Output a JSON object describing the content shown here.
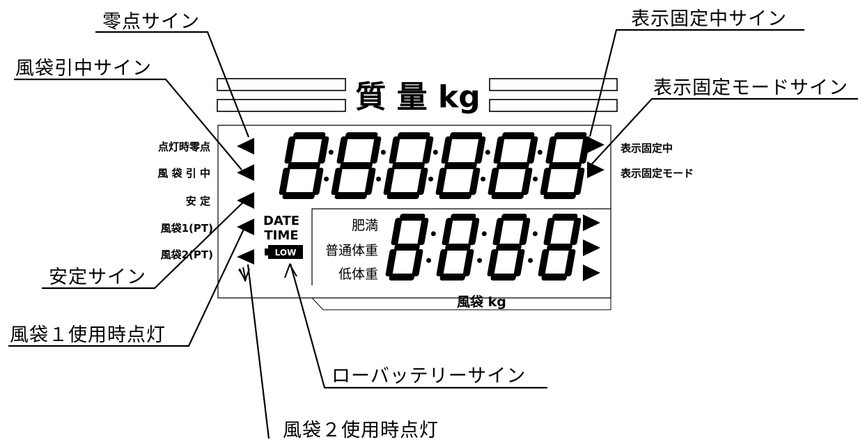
{
  "header": {
    "title": "質 量 kg"
  },
  "panel": {
    "left_labels": [
      "点灯時零点",
      "風 袋 引 中",
      "安 定",
      "風袋1(PT)",
      "風袋2(PT)"
    ],
    "right_labels": [
      "表示固定中",
      "表示固定モード"
    ],
    "date_label": "DATE",
    "time_label": "TIME",
    "low_label": "LOW",
    "sub_labels": [
      "肥満",
      "普通体重",
      "低体重"
    ],
    "under_label": "風袋 kg",
    "main_digits": "888888",
    "sub_digits": "8888"
  },
  "callouts": {
    "zero_sign": "零点サイン",
    "tare_sign": "風袋引中サイン",
    "stable_sign": "安定サイン",
    "tare1": "風袋１使用時点灯",
    "tare2": "風袋２使用時点灯",
    "low_battery": "ローバッテリーサイン",
    "hold_sign": "表示固定中サイン",
    "hold_mode_sign": "表示固定モードサイン"
  }
}
